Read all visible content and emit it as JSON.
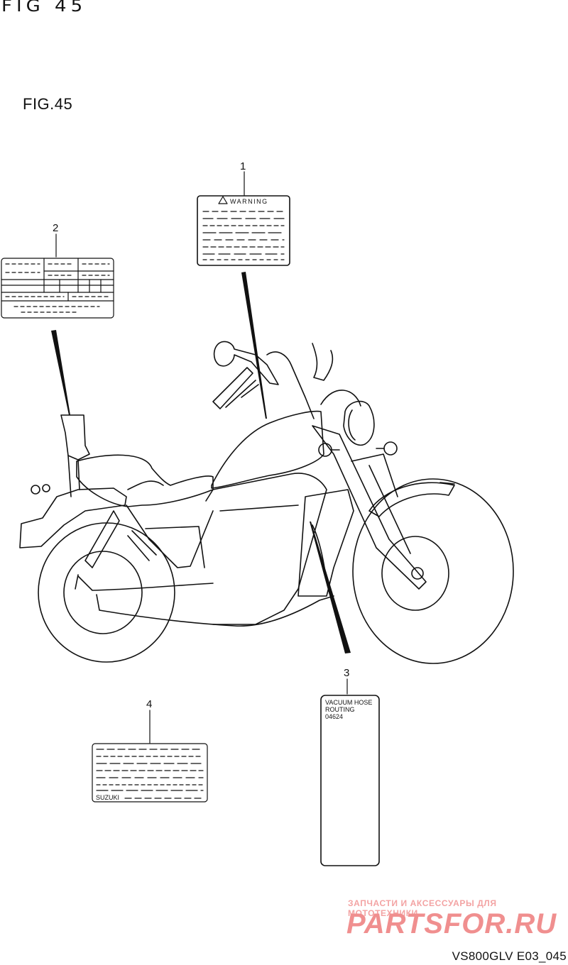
{
  "header": {
    "handwritten": "FIG 45"
  },
  "figure": {
    "title": "FIG.45"
  },
  "callouts": [
    {
      "number": "1"
    },
    {
      "number": "2"
    },
    {
      "number": "3"
    },
    {
      "number": "4"
    }
  ],
  "labels": {
    "warning_heading": "WARNING",
    "vacuum_hose_line1": "VACUUM HOSE",
    "vacuum_hose_line2": "ROUTING",
    "vacuum_hose_line3": "04624",
    "brand": "SUZUKI"
  },
  "watermark": {
    "tagline": "ЗАПЧАСТИ И АКСЕССУАРЫ ДЛЯ МОТОТЕХНИКИ",
    "logo": "PARTSFOR.RU",
    "color": "#f08f8f"
  },
  "footer": {
    "code": "VS800GLV E03_045"
  }
}
